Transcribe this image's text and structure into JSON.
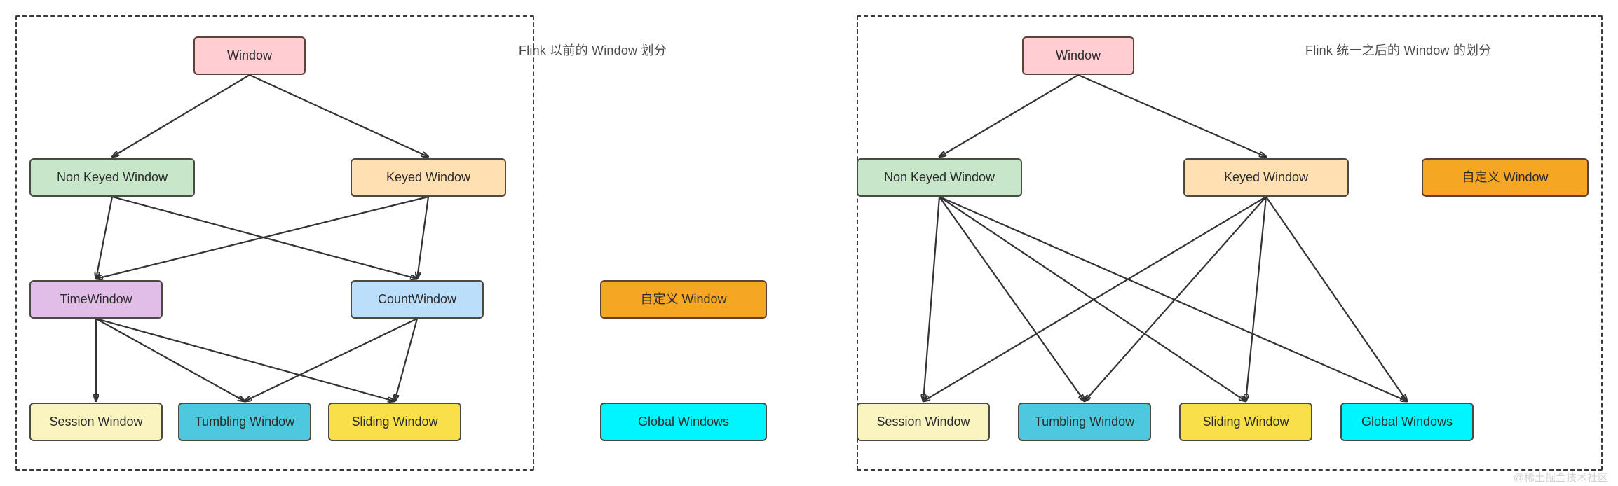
{
  "page": {
    "watermark": "@稀土掘金技术社区"
  },
  "panels": [
    {
      "id": "left",
      "caption": "Flink 以前的 Window 划分",
      "nodes": [
        {
          "key": "window",
          "label": "Window",
          "color": "#ffcdd2"
        },
        {
          "key": "nonkeyed",
          "label": "Non Keyed Window",
          "color": "#c8e6c9"
        },
        {
          "key": "keyed",
          "label": "Keyed Window",
          "color": "#ffe0b2"
        },
        {
          "key": "time",
          "label": "TimeWindow",
          "color": "#e1bee7"
        },
        {
          "key": "count",
          "label": "CountWindow",
          "color": "#bbdefb"
        },
        {
          "key": "custom",
          "label": "自定义 Window",
          "color": "#f5a623"
        },
        {
          "key": "session",
          "label": "Session Window",
          "color": "#f9f4c0"
        },
        {
          "key": "tumbling",
          "label": "Tumbling Window",
          "color": "#4dc8dd"
        },
        {
          "key": "sliding",
          "label": "Sliding Window",
          "color": "#f9e04b"
        },
        {
          "key": "global",
          "label": "Global Windows",
          "color": "#00f5ff"
        }
      ],
      "edges": [
        [
          "window",
          "nonkeyed"
        ],
        [
          "window",
          "keyed"
        ],
        [
          "nonkeyed",
          "time"
        ],
        [
          "nonkeyed",
          "count"
        ],
        [
          "keyed",
          "time"
        ],
        [
          "keyed",
          "count"
        ],
        [
          "time",
          "session"
        ],
        [
          "time",
          "tumbling"
        ],
        [
          "time",
          "sliding"
        ],
        [
          "count",
          "tumbling"
        ],
        [
          "count",
          "sliding"
        ]
      ]
    },
    {
      "id": "right",
      "caption": "Flink 统一之后的 Window 的划分",
      "nodes": [
        {
          "key": "window",
          "label": "Window",
          "color": "#ffcdd2"
        },
        {
          "key": "nonkeyed",
          "label": "Non Keyed Window",
          "color": "#c8e6c9"
        },
        {
          "key": "keyed",
          "label": "Keyed Window",
          "color": "#ffe0b2"
        },
        {
          "key": "custom",
          "label": "自定义 Window",
          "color": "#f5a623"
        },
        {
          "key": "session",
          "label": "Session Window",
          "color": "#f9f4c0"
        },
        {
          "key": "tumbling",
          "label": "Tumbling Window",
          "color": "#4dc8dd"
        },
        {
          "key": "sliding",
          "label": "Sliding Window",
          "color": "#f9e04b"
        },
        {
          "key": "global",
          "label": "Global Windows",
          "color": "#00f5ff"
        }
      ],
      "edges": [
        [
          "window",
          "nonkeyed"
        ],
        [
          "window",
          "keyed"
        ],
        [
          "nonkeyed",
          "session"
        ],
        [
          "nonkeyed",
          "tumbling"
        ],
        [
          "nonkeyed",
          "sliding"
        ],
        [
          "nonkeyed",
          "global"
        ],
        [
          "keyed",
          "session"
        ],
        [
          "keyed",
          "tumbling"
        ],
        [
          "keyed",
          "sliding"
        ],
        [
          "keyed",
          "global"
        ]
      ]
    }
  ]
}
